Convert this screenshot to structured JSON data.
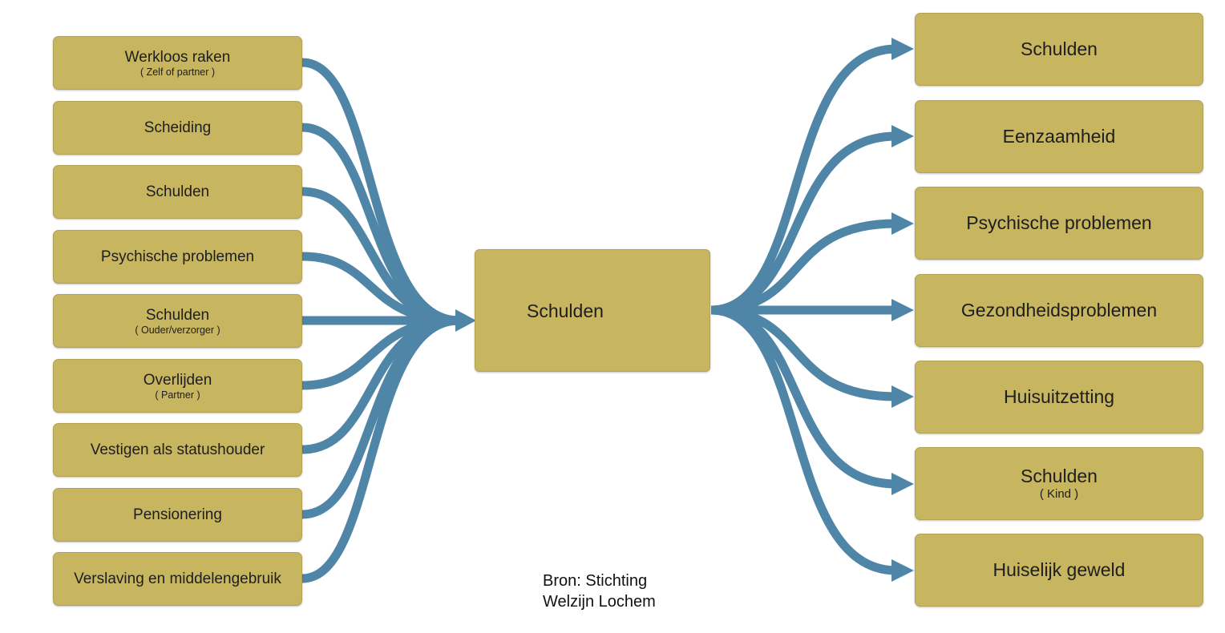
{
  "causes": [
    {
      "label": "Werkloos raken",
      "sub": "( Zelf of partner )"
    },
    {
      "label": "Scheiding",
      "sub": ""
    },
    {
      "label": "Schulden",
      "sub": ""
    },
    {
      "label": "Psychische problemen",
      "sub": ""
    },
    {
      "label": "Schulden",
      "sub": "( Ouder/verzorger )"
    },
    {
      "label": "Overlijden",
      "sub": "( Partner )"
    },
    {
      "label": "Vestigen als statushouder",
      "sub": ""
    },
    {
      "label": "Pensionering",
      "sub": ""
    },
    {
      "label": "Verslaving en middelengebruik",
      "sub": ""
    }
  ],
  "center": {
    "label": "Schulden"
  },
  "effects": [
    {
      "label": "Schulden",
      "sub": ""
    },
    {
      "label": "Eenzaamheid",
      "sub": ""
    },
    {
      "label": "Psychische problemen",
      "sub": ""
    },
    {
      "label": "Gezondheidsproblemen",
      "sub": ""
    },
    {
      "label": "Huisuitzetting",
      "sub": ""
    },
    {
      "label": "Schulden",
      "sub": "( Kind )"
    },
    {
      "label": "Huiselijk geweld",
      "sub": ""
    }
  ],
  "source": {
    "line1": "Bron: Stichting",
    "line2": "Welzijn Lochem"
  },
  "colors": {
    "box": "#c7b55f",
    "flow": "#4f86a8"
  }
}
